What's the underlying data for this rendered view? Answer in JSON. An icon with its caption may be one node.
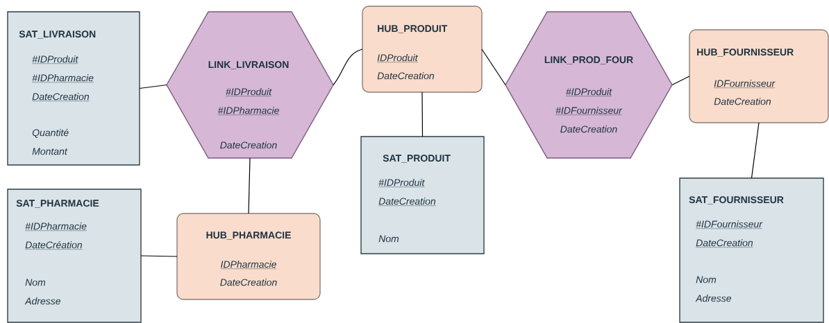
{
  "diagram": {
    "nodes": [
      {
        "text": [
          "SAT_LIVRAISON",
          "#IDProduit #IDPharmacie DateCreation",
          "Quantité Montant"
        ]
      },
      {
        "text": [
          "LINK_LIVRAISON",
          "#IDProduit #IDPharmacie",
          "DateCreation"
        ]
      },
      {
        "text": [
          "HUB_PRODUIT",
          "IDProduit",
          "DateCreation"
        ]
      },
      {
        "text": [
          "SAT_PRODUIT",
          "#IDProduit DateCreation",
          "Nom"
        ]
      },
      {
        "text": [
          "LINK_PROD_FOUR",
          "#IDProduit #IDFournisseur",
          "DateCreation"
        ]
      },
      {
        "text": [
          "HUB_FOURNISSEUR",
          "IDFournisseur",
          "DateCreation"
        ]
      },
      {
        "text": [
          "SAT_FOURNISSEUR",
          "#IDFournisseur DateCreation",
          "Nom Adresse"
        ]
      },
      {
        "text": [
          "SAT_PHARMACIE",
          "#IDPharmacie DateCréation",
          "Nom Adresse"
        ]
      },
      {
        "text": [
          "HUB_PHARMACIE",
          "IDPharmacie",
          "DateCreation"
        ]
      }
    ],
    "edges": [
      {
        "from": 0,
        "to": 1,
        "arrow": "none"
      },
      {
        "from": 1,
        "to": 2,
        "arrow": "none"
      },
      {
        "from": 2,
        "to": 3,
        "arrow": "none"
      },
      {
        "from": 2,
        "to": 4,
        "arrow": "none"
      },
      {
        "from": 4,
        "to": 5,
        "arrow": "none"
      },
      {
        "from": 5,
        "to": 6,
        "arrow": "none"
      },
      {
        "from": 1,
        "to": 8,
        "arrow": "none"
      },
      {
        "from": 7,
        "to": 8,
        "arrow": "none"
      }
    ]
  }
}
